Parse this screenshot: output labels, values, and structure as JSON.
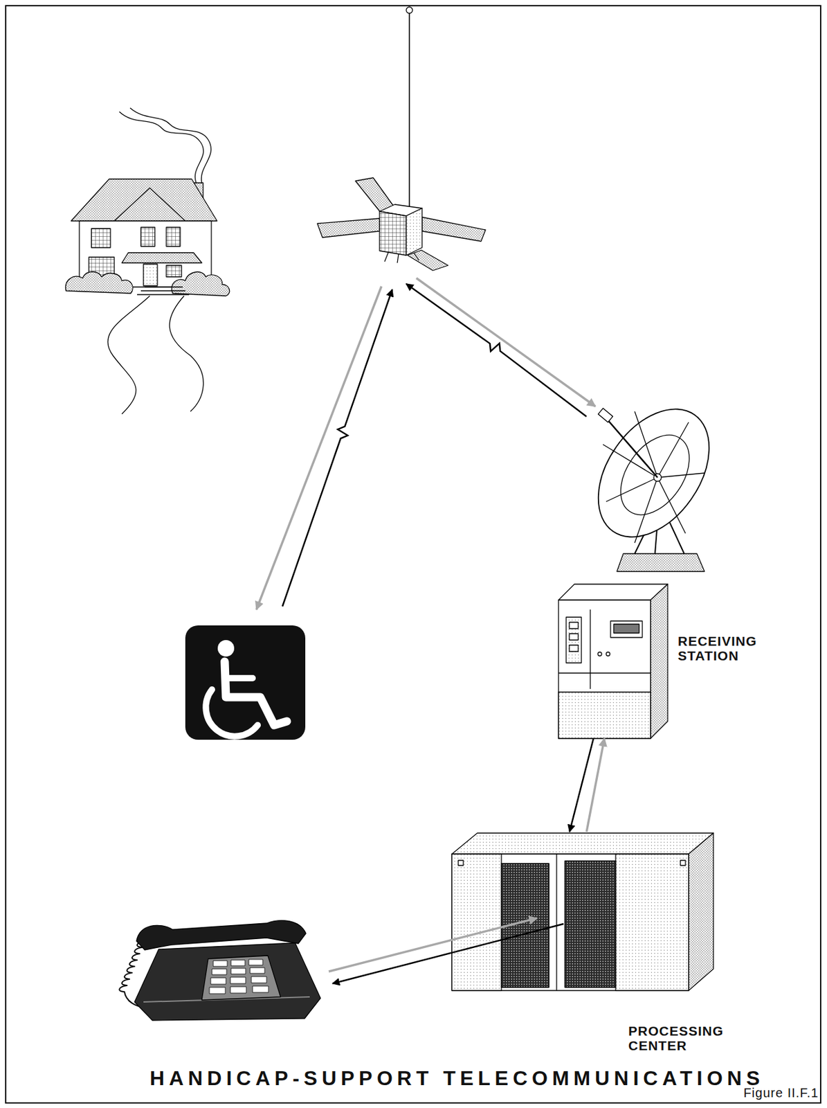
{
  "diagram": {
    "title": "HANDICAP-SUPPORT TELECOMMUNICATIONS",
    "caption": "Figure II.F.1",
    "nodes": [
      {
        "text": [
          "RECEIVING STATION"
        ]
      },
      {
        "text": [
          "PROCESSING CENTER"
        ]
      }
    ],
    "edges": [
      {
        "from": 0,
        "to": 1,
        "arrow": "to"
      },
      {
        "from": 1,
        "to": 0,
        "arrow": "to"
      }
    ]
  }
}
